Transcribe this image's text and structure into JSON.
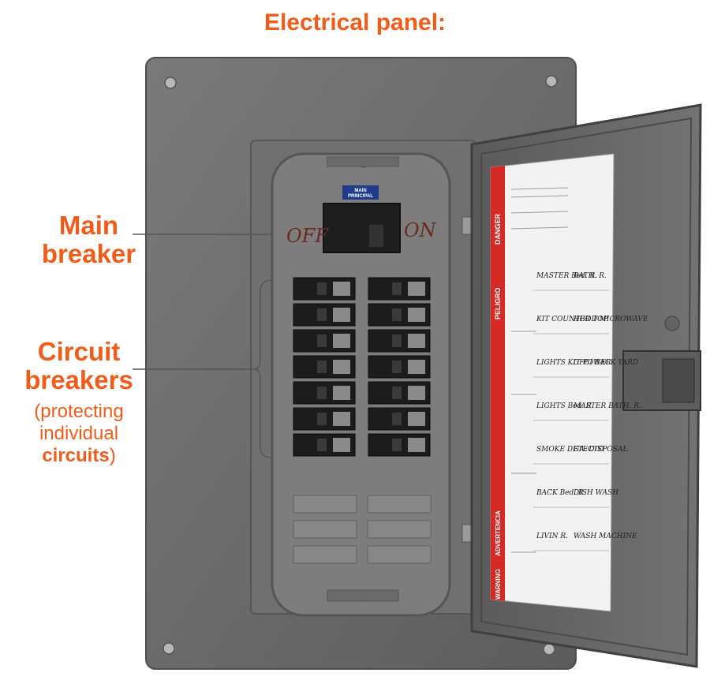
{
  "title": "Electrical panel:",
  "annotations": {
    "main_breaker": [
      "Main",
      "breaker"
    ],
    "circuit_breakers": [
      "Circuit",
      "breakers"
    ],
    "circuit_breakers_note": [
      "(protecting",
      "individual"
    ],
    "circuit_breakers_note_bold": "circuits",
    "circuit_breakers_note_end": ")"
  },
  "panel_markings": {
    "off": "OFF",
    "on": "ON",
    "main_tag": [
      "MAIN",
      "PRINCIPAL"
    ]
  },
  "door_label": {
    "directory": [
      [
        "MASTER Bed. R.",
        "BATH. R."
      ],
      [
        "KIT COUNTER TOP",
        "HOOD MICROWAVE"
      ],
      [
        "LIGHTS KIT POWER",
        "GFCI BACK YARD"
      ],
      [
        "LIGHTS Bed. R.",
        "MASTER BATH. R."
      ],
      [
        "SMOKE DETECTO",
        "GA. DISPOSAL"
      ],
      [
        "BACK Bed. R.",
        "DISH WASH"
      ],
      [
        "LIVIN R.",
        "WASH MACHINE"
      ]
    ],
    "warnings": [
      "DANGER",
      "PELIGRO",
      "WARNING",
      "ADVERTENCIA"
    ]
  },
  "colors": {
    "accent": "#f25c19",
    "panel_gray": "#6e6e6e",
    "breaker_black": "#1c1c1c"
  }
}
